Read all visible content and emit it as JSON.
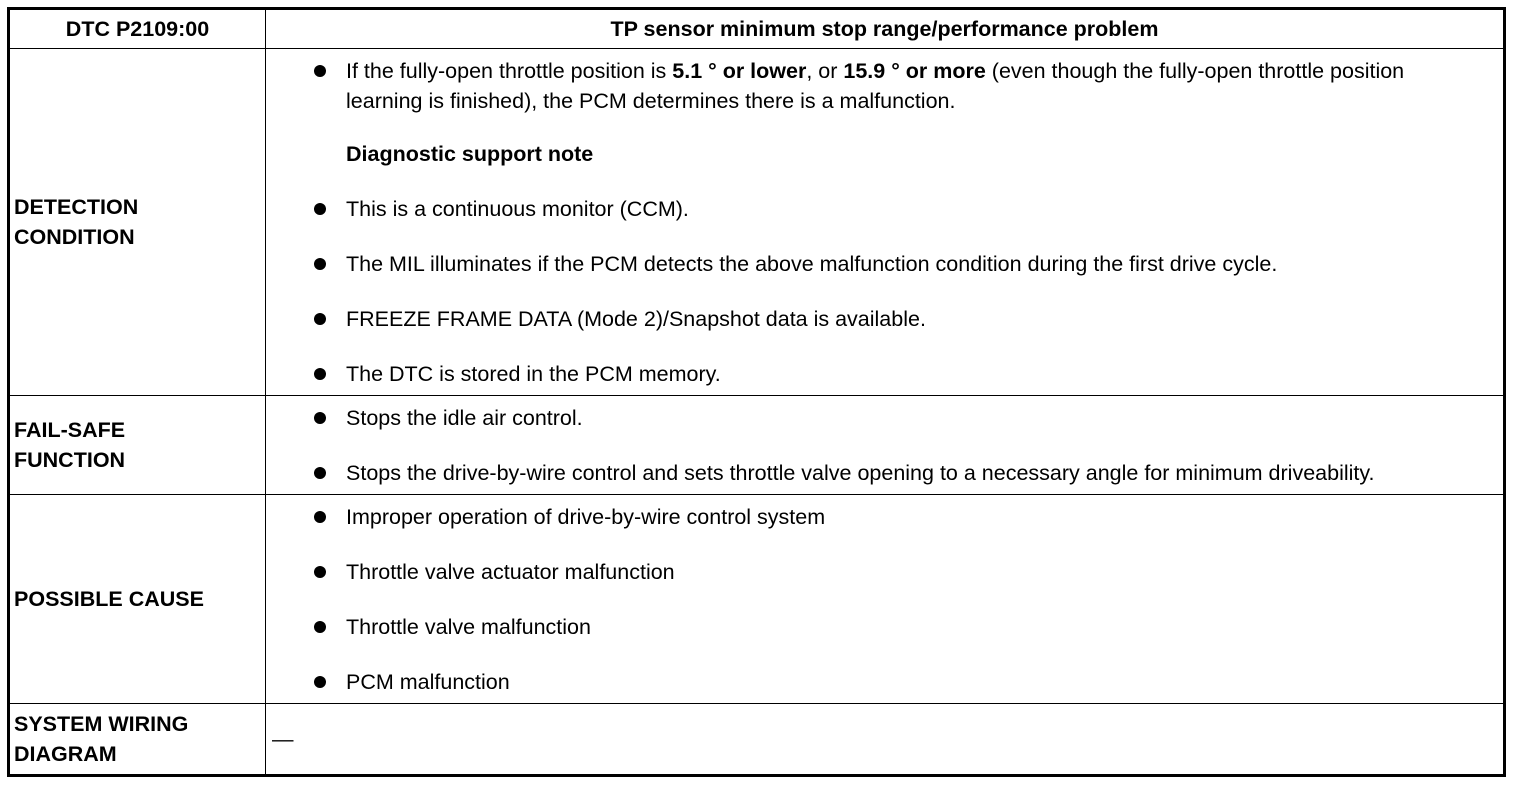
{
  "header": {
    "code": "DTC P2109:00",
    "title": "TP sensor minimum stop range/performance problem"
  },
  "detection": {
    "label_line1": "DETECTION",
    "label_line2": "CONDITION",
    "bullet1": {
      "part1": "If the fully-open throttle position is ",
      "bold1": "5.1 ° or lower",
      "part2": ", or ",
      "bold2": "15.9 ° or more",
      "part3": " (even though the fully-open throttle position learning is finished), the PCM determines there is a malfunction."
    },
    "note_heading": "Diagnostic support note",
    "notes": [
      "This is a continuous monitor (CCM).",
      "The MIL illuminates if the PCM detects the above malfunction condition during the first drive cycle.",
      "FREEZE FRAME DATA (Mode 2)/Snapshot data is available.",
      "The DTC is stored in the PCM memory."
    ]
  },
  "failsafe": {
    "label_line1": "FAIL-SAFE",
    "label_line2": "FUNCTION",
    "items": [
      "Stops the idle air control.",
      "Stops the drive-by-wire control and sets throttle valve opening to a necessary angle for minimum driveability."
    ]
  },
  "cause": {
    "label": "POSSIBLE CAUSE",
    "items": [
      "Improper operation of drive-by-wire control system",
      "Throttle valve actuator malfunction",
      "Throttle valve malfunction",
      "PCM malfunction"
    ]
  },
  "wiring": {
    "label_line1": "SYSTEM WIRING",
    "label_line2": "DIAGRAM",
    "value": "—"
  },
  "icons": {
    "bullet": "bullet-dot-icon"
  }
}
